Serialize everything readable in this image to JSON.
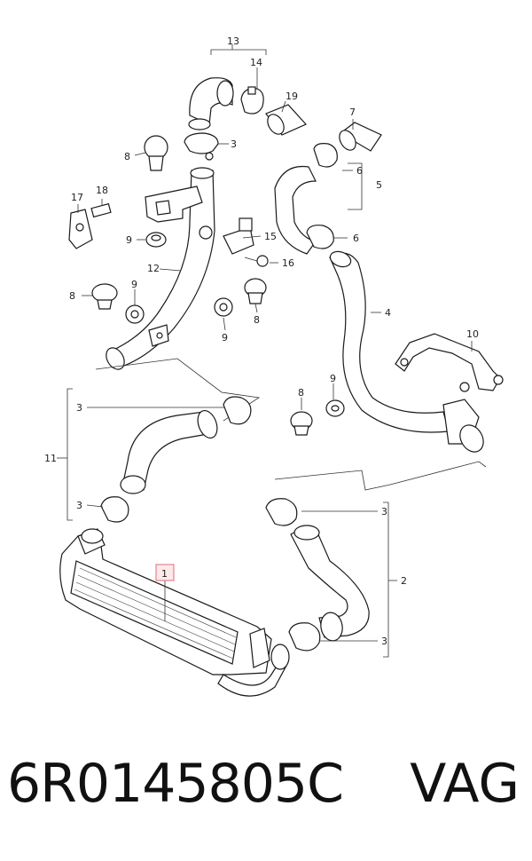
{
  "callouts": [
    {
      "id": "c13",
      "label": "13"
    },
    {
      "id": "c14",
      "label": "14"
    },
    {
      "id": "c19",
      "label": "19"
    },
    {
      "id": "c3a",
      "label": "3"
    },
    {
      "id": "c8a",
      "label": "8"
    },
    {
      "id": "c7",
      "label": "7"
    },
    {
      "id": "c6a",
      "label": "6"
    },
    {
      "id": "c5",
      "label": "5"
    },
    {
      "id": "c17",
      "label": "17"
    },
    {
      "id": "c18",
      "label": "18"
    },
    {
      "id": "c9a",
      "label": "9"
    },
    {
      "id": "c15",
      "label": "15"
    },
    {
      "id": "c6b",
      "label": "6"
    },
    {
      "id": "c16",
      "label": "16"
    },
    {
      "id": "c12",
      "label": "12"
    },
    {
      "id": "c8b",
      "label": "8"
    },
    {
      "id": "c9b",
      "label": "9"
    },
    {
      "id": "c8c",
      "label": "8"
    },
    {
      "id": "c9c",
      "label": "9"
    },
    {
      "id": "c4",
      "label": "4"
    },
    {
      "id": "c10",
      "label": "10"
    },
    {
      "id": "c8d",
      "label": "8"
    },
    {
      "id": "c9d",
      "label": "9"
    },
    {
      "id": "c3b",
      "label": "3"
    },
    {
      "id": "c11",
      "label": "11"
    },
    {
      "id": "c3c",
      "label": "3"
    },
    {
      "id": "c3d",
      "label": "3"
    },
    {
      "id": "c1",
      "label": "1"
    },
    {
      "id": "c2",
      "label": "2"
    },
    {
      "id": "c3e",
      "label": "3"
    }
  ],
  "part_code": "6R0145805C",
  "brand": "VAG",
  "colors": {
    "highlight": "#e06b7b",
    "ink": "#1a1a1a"
  }
}
